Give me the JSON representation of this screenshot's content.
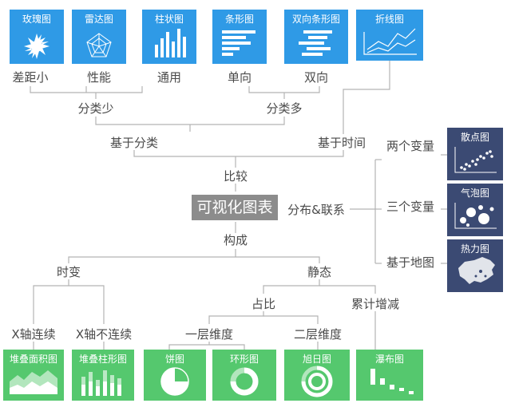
{
  "center": "可视化图表",
  "branches": {
    "compare": "比较",
    "compose": "构成",
    "distribute": "分布&联系",
    "by_category": "基于分类",
    "by_time": "基于时间",
    "few_categories": "分类少",
    "many_categories": "分类多",
    "over_time": "时变",
    "static": "静态",
    "two_vars": "两个变量",
    "three_vars": "三个变量",
    "by_map": "基于地图",
    "share": "占比",
    "cumulative": "累计增减",
    "one_level": "一层维度",
    "two_level": "二层维度",
    "x_continuous": "X轴连续",
    "x_discrete": "X轴不连续"
  },
  "leaf_labels": {
    "diff_small": "差距小",
    "performance": "性能",
    "general": "通用",
    "one_way": "单向",
    "two_way": "双向"
  },
  "tiles": {
    "rose": "玫瑰图",
    "radar": "雷达图",
    "column": "柱状图",
    "bar": "条形图",
    "bidir_bar": "双向条形图",
    "line": "折线图",
    "scatter": "散点图",
    "bubble": "气泡图",
    "heatmap": "热力图",
    "stacked_area": "堆叠面积图",
    "stacked_column": "堆叠柱形图",
    "pie": "饼图",
    "donut": "环形图",
    "sunburst": "旭日图",
    "waterfall": "瀑布图"
  },
  "colors": {
    "blue_tile": "#2f9ae6",
    "navy_tile": "#3b4a73",
    "green_tile": "#55c86e",
    "center_box": "#8c8c8c",
    "connector": "#b3b3b3"
  }
}
